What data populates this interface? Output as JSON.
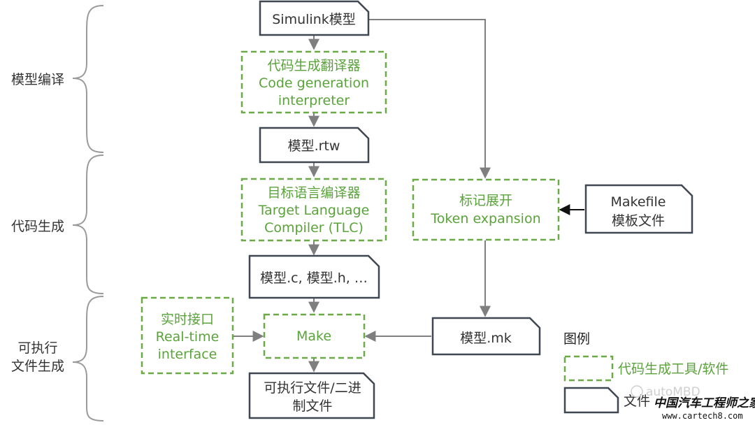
{
  "colors": {
    "tool_border": "#6aab45",
    "tool_text": "#5aa33a",
    "doc_border": "#3e4752",
    "arrow": "#7f7f7f",
    "brace": "#9a9a9a"
  },
  "stages": {
    "compile": "模型编译",
    "codegen": "代码生成",
    "exe_line1": "可执行",
    "exe_line2": "文件生成"
  },
  "nodes": {
    "simulink_model": "Simulink模型",
    "cg_interp_l1": "代码生成翻译器",
    "cg_interp_l2": "Code generation",
    "cg_interp_l3": "interpreter",
    "model_rtw": "模型.rtw",
    "tlc_l1": "目标语言编译器",
    "tlc_l2": "Target Language",
    "tlc_l3": "Compiler (TLC)",
    "model_ch": "模型.c, 模型.h, …",
    "rt_l1": "实时接口",
    "rt_l2": "Real-time",
    "rt_l3": "interface",
    "make": "Make",
    "exe_l1": "可执行文件/二进",
    "exe_l2": "制文件",
    "token_l1": "标记展开",
    "token_l2": "Token expansion",
    "makefile_l1": "Makefile",
    "makefile_l2": "模板文件",
    "model_mk": "模型.mk"
  },
  "legend": {
    "title": "图例",
    "tool": "代码生成工具/软件",
    "file": "文件"
  },
  "watermark": {
    "brand": "autoMBD",
    "site_cn": "中国汽车工程师之家",
    "site_url": "www.cartech8.com"
  }
}
